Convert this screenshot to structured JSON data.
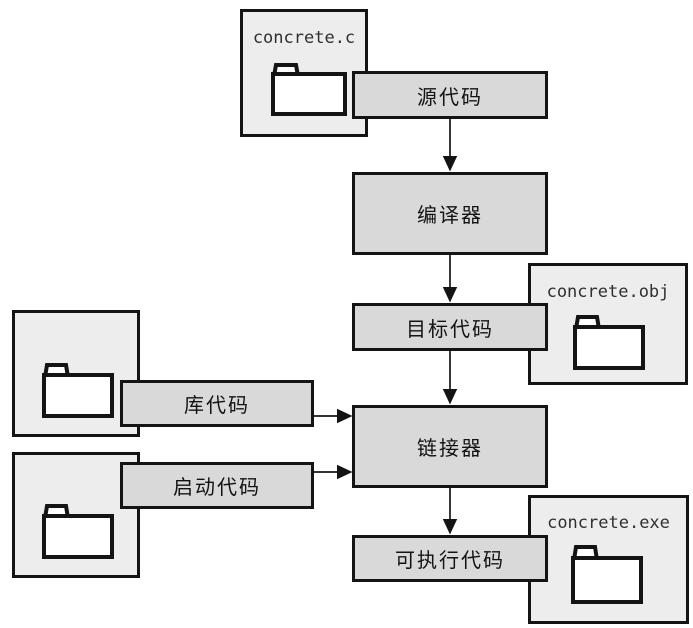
{
  "nodes": {
    "source": "源代码",
    "compiler": "编译器",
    "object_code": "目标代码",
    "library_code": "库代码",
    "linker": "链接器",
    "startup_code": "启动代码",
    "executable": "可执行代码"
  },
  "files": {
    "source_file": "concrete.c",
    "object_file": "concrete.obj",
    "executable_file": "concrete.exe"
  },
  "flow": [
    {
      "from": "源代码",
      "to": "编译器"
    },
    {
      "from": "编译器",
      "to": "目标代码"
    },
    {
      "from": "目标代码",
      "to": "链接器"
    },
    {
      "from": "库代码",
      "to": "链接器"
    },
    {
      "from": "启动代码",
      "to": "链接器"
    },
    {
      "from": "链接器",
      "to": "可执行代码"
    }
  ],
  "colors": {
    "background": "#ffffff",
    "card_fill": "#ededed",
    "node_fill": "#d9d9d9",
    "border": "#141414",
    "arrow": "#141414",
    "filename_text": "#2f2f2f",
    "label_text": "#131313"
  },
  "icons": {
    "folder": "folder-icon"
  }
}
